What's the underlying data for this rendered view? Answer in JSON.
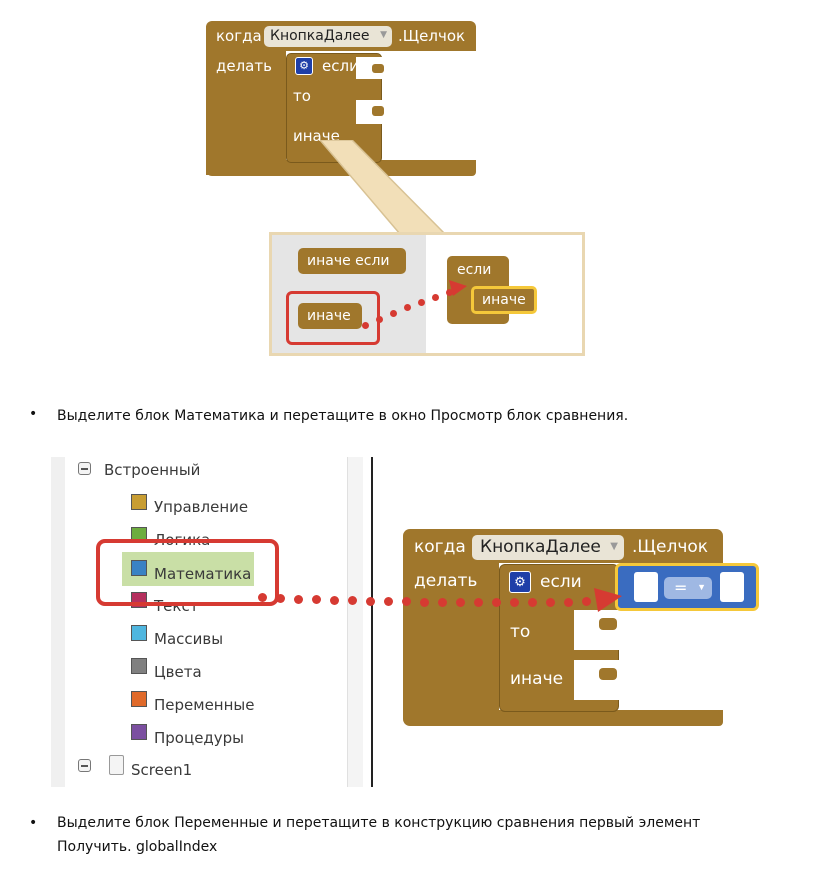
{
  "top_block": {
    "event_when": "когда",
    "component": "КнопкаДалее",
    "event_click": ".Щелчок",
    "do_label": "делать",
    "if_label": "если",
    "then_label": "то",
    "else_label": "иначе"
  },
  "mutator_panel": {
    "else_if_block": "иначе если",
    "else_block": "иначе",
    "target_if": "если",
    "target_else": "иначе"
  },
  "instructions": {
    "step1": "Выделите блок Математика и перетащите в окно Просмотр блок сравнения.",
    "step2_line1": "Выделите блок Переменные и перетащите в конструкцию сравнения первый элемент",
    "step2_line2": "Получить. globalIndex"
  },
  "tree": {
    "root": "Встроенный",
    "items": [
      {
        "label": "Управление",
        "color": "#c89d32"
      },
      {
        "label": "Логика",
        "color": "#6dad3f"
      },
      {
        "label": "Математика",
        "color": "#3a82c4"
      },
      {
        "label": "Текст",
        "color": "#b5305e"
      },
      {
        "label": "Массивы",
        "color": "#4fb6df"
      },
      {
        "label": "Цвета",
        "color": "#808080"
      },
      {
        "label": "Переменные",
        "color": "#e06a2a"
      },
      {
        "label": "Процедуры",
        "color": "#7b4fa0"
      }
    ],
    "screen": "Screen1"
  },
  "bottom_block": {
    "event_when": "когда",
    "component": "КнопкаДалее",
    "event_click": ".Щелчок",
    "do_label": "делать",
    "if_label": "если",
    "then_label": "то",
    "else_label": "иначе",
    "compare_op": "="
  },
  "colors": {
    "block": "#a0772c",
    "highlight_red": "#d63a32",
    "math_blue": "#3a6cc0",
    "selection_yellow": "#f5c83a"
  }
}
